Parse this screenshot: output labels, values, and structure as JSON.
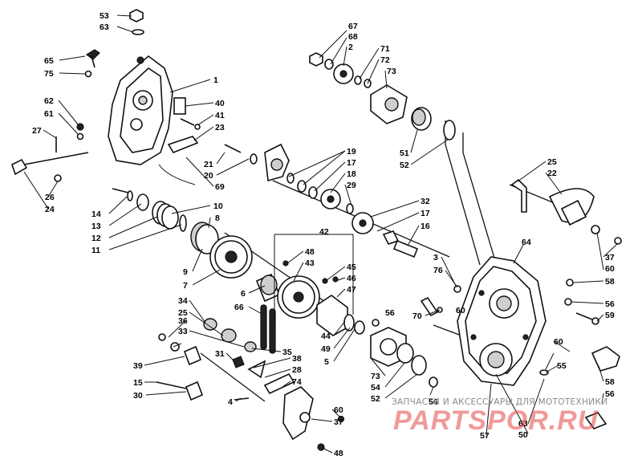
{
  "watermark": {
    "subtitle": "ЗАПЧАСТИ И АКСЕССУАРЫ ДЛЯ МОТОТЕХНИКИ",
    "brand": "PARTSPOR.RU"
  },
  "callouts": {
    "n1": "1",
    "n2": "2",
    "n3": "3",
    "n4": "4",
    "n5": "5",
    "n6": "6",
    "n7": "7",
    "n8": "8",
    "n9": "9",
    "n10": "10",
    "n11": "11",
    "n12": "12",
    "n13": "13",
    "n14": "14",
    "n15": "15",
    "n16": "16",
    "n17": "17",
    "n18": "18",
    "n19": "19",
    "n20": "20",
    "n21": "21",
    "n22": "22",
    "n23": "23",
    "n24": "24",
    "n25": "25",
    "n26": "26",
    "n27": "27",
    "n28": "28",
    "n29": "29",
    "n30": "30",
    "n31": "31",
    "n32": "32",
    "n33": "33",
    "n34": "34",
    "n35": "35",
    "n36": "36",
    "n37": "37",
    "n38": "38",
    "n39": "39",
    "n40": "40",
    "n41": "41",
    "n42": "42",
    "n43": "43",
    "n44": "44",
    "n45": "45",
    "n46": "46",
    "n47": "47",
    "n48": "48",
    "n49": "49",
    "n50": "50",
    "n51": "51",
    "n52": "52",
    "n53": "53",
    "n54": "54",
    "n55": "55",
    "n56": "56",
    "n57": "57",
    "n58": "58",
    "n59": "59",
    "n60": "60",
    "n61": "61",
    "n62": "62",
    "n63": "63",
    "n64": "64",
    "n65": "65",
    "n66": "66",
    "n67": "67",
    "n68": "68",
    "n69": "69",
    "n70": "70",
    "n71": "71",
    "n72": "72",
    "n73": "73",
    "n74": "74",
    "n75": "75",
    "n76": "76"
  }
}
